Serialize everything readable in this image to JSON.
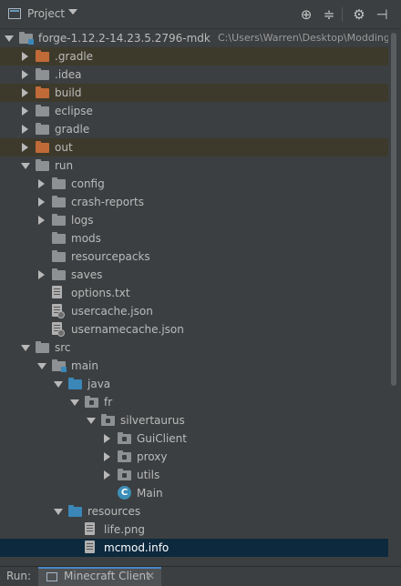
{
  "header": {
    "title": "Project",
    "buttons": [
      "crosshair-icon",
      "collapse-icon",
      "gear-icon",
      "hide-icon"
    ]
  },
  "tree": [
    {
      "label": "forge-1.12.2-14.23.5.2796-mdk",
      "path": "C:\\Users\\Warren\\Desktop\\Modding Manue",
      "depth": 0,
      "arrow": "open",
      "icon": "module",
      "hl": false
    },
    {
      "label": ".gradle",
      "depth": 1,
      "arrow": "closed",
      "icon": "folder-orange",
      "hl": true
    },
    {
      "label": ".idea",
      "depth": 1,
      "arrow": "closed",
      "icon": "folder",
      "hl": false
    },
    {
      "label": "build",
      "depth": 1,
      "arrow": "closed",
      "icon": "folder-orange",
      "hl": true
    },
    {
      "label": "eclipse",
      "depth": 1,
      "arrow": "closed",
      "icon": "folder",
      "hl": false
    },
    {
      "label": "gradle",
      "depth": 1,
      "arrow": "closed",
      "icon": "folder",
      "hl": false
    },
    {
      "label": "out",
      "depth": 1,
      "arrow": "closed",
      "icon": "folder-orange",
      "hl": true
    },
    {
      "label": "run",
      "depth": 1,
      "arrow": "open",
      "icon": "folder",
      "hl": false
    },
    {
      "label": "config",
      "depth": 2,
      "arrow": "closed",
      "icon": "folder",
      "hl": false
    },
    {
      "label": "crash-reports",
      "depth": 2,
      "arrow": "closed",
      "icon": "folder",
      "hl": false
    },
    {
      "label": "logs",
      "depth": 2,
      "arrow": "closed",
      "icon": "folder",
      "hl": false
    },
    {
      "label": "mods",
      "depth": 2,
      "arrow": "none",
      "icon": "folder",
      "hl": false
    },
    {
      "label": "resourcepacks",
      "depth": 2,
      "arrow": "none",
      "icon": "folder",
      "hl": false
    },
    {
      "label": "saves",
      "depth": 2,
      "arrow": "closed",
      "icon": "folder",
      "hl": false
    },
    {
      "label": "options.txt",
      "depth": 2,
      "arrow": "none",
      "icon": "file",
      "hl": false
    },
    {
      "label": "usercache.json",
      "depth": 2,
      "arrow": "none",
      "icon": "file-json",
      "hl": false
    },
    {
      "label": "usernamecache.json",
      "depth": 2,
      "arrow": "none",
      "icon": "file-json",
      "hl": false
    },
    {
      "label": "src",
      "depth": 1,
      "arrow": "open",
      "icon": "folder",
      "hl": false
    },
    {
      "label": "main",
      "depth": 2,
      "arrow": "open",
      "icon": "module",
      "hl": false
    },
    {
      "label": "java",
      "depth": 3,
      "arrow": "open",
      "icon": "folder-blue",
      "hl": false
    },
    {
      "label": "fr",
      "depth": 4,
      "arrow": "open",
      "icon": "package",
      "hl": false
    },
    {
      "label": "silvertaurus",
      "depth": 5,
      "arrow": "open",
      "icon": "package",
      "hl": false
    },
    {
      "label": "GuiClient",
      "depth": 6,
      "arrow": "closed",
      "icon": "package",
      "hl": false
    },
    {
      "label": "proxy",
      "depth": 6,
      "arrow": "closed",
      "icon": "package",
      "hl": false
    },
    {
      "label": "utils",
      "depth": 6,
      "arrow": "closed",
      "icon": "package",
      "hl": false
    },
    {
      "label": "Main",
      "depth": 6,
      "arrow": "none",
      "icon": "class",
      "hl": false
    },
    {
      "label": "resources",
      "depth": 3,
      "arrow": "open",
      "icon": "folder-blue",
      "hl": false
    },
    {
      "label": "life.png",
      "depth": 4,
      "arrow": "none",
      "icon": "file",
      "hl": false
    },
    {
      "label": "mcmod.info",
      "depth": 4,
      "arrow": "none",
      "icon": "file",
      "hl": false,
      "selected": true
    }
  ],
  "bottom": {
    "run_label": "Run:",
    "tab_label": "Minecraft Client",
    "close_glyph": "✕"
  }
}
